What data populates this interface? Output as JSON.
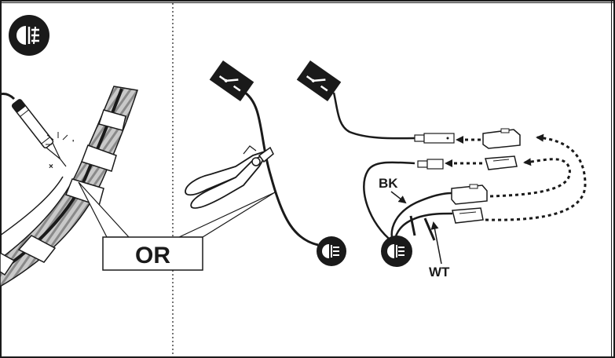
{
  "labels": {
    "or": "OR",
    "bk": "BK",
    "wt": "WT"
  },
  "icons": {
    "fog_light": "fog-light-icon",
    "switch": "switch-icon",
    "test_light": "test-light-probe-icon",
    "wire_cutter": "wire-cutter-icon"
  },
  "colors": {
    "ink": "#1a1a1a",
    "wire_grey": "#b8b8b8",
    "panel_bg": "#ffffff"
  }
}
